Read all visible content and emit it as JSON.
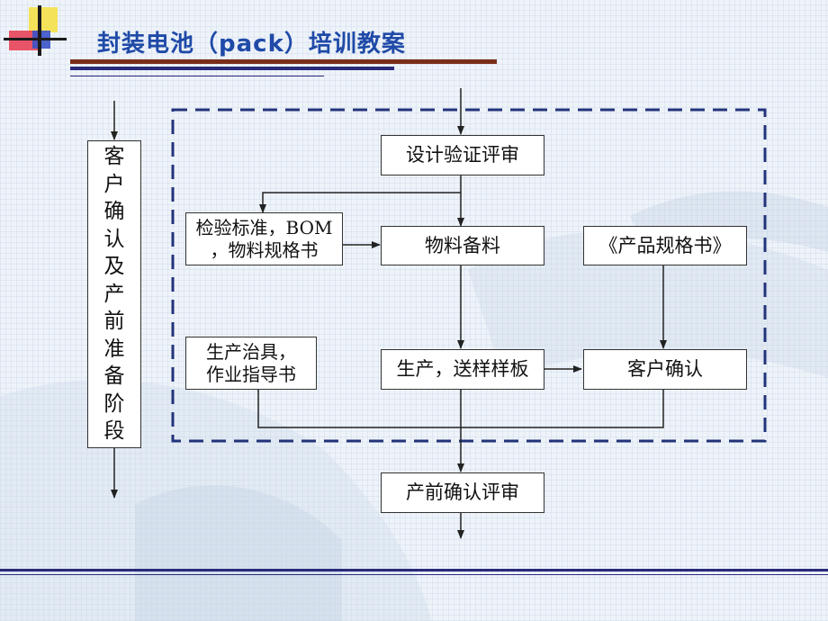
{
  "header": {
    "title": "封装电池（pack）培训教案"
  },
  "colors": {
    "title": "#1f4aa8",
    "dashed_border": "#23337a",
    "rule_dark": "#2a2a7a",
    "rule_brown": "#7a2e1a"
  },
  "diagram": {
    "side_label": [
      "客",
      "户",
      "确",
      "认",
      "及",
      "产",
      "前",
      "准",
      "备",
      "阶",
      "段"
    ],
    "nodes": {
      "design_review": "设计验证评审",
      "inspection_standard": [
        "检验标准，BOM",
        "，物料规格书"
      ],
      "material_prep": "物料备料",
      "product_spec": "《产品规格书》",
      "jigs_instructions": [
        "生产治具，",
        "作业指导书"
      ],
      "production_sample": "生产，送样样板",
      "customer_confirm": "客户确认",
      "preproduction_review": "产前确认评审"
    }
  }
}
